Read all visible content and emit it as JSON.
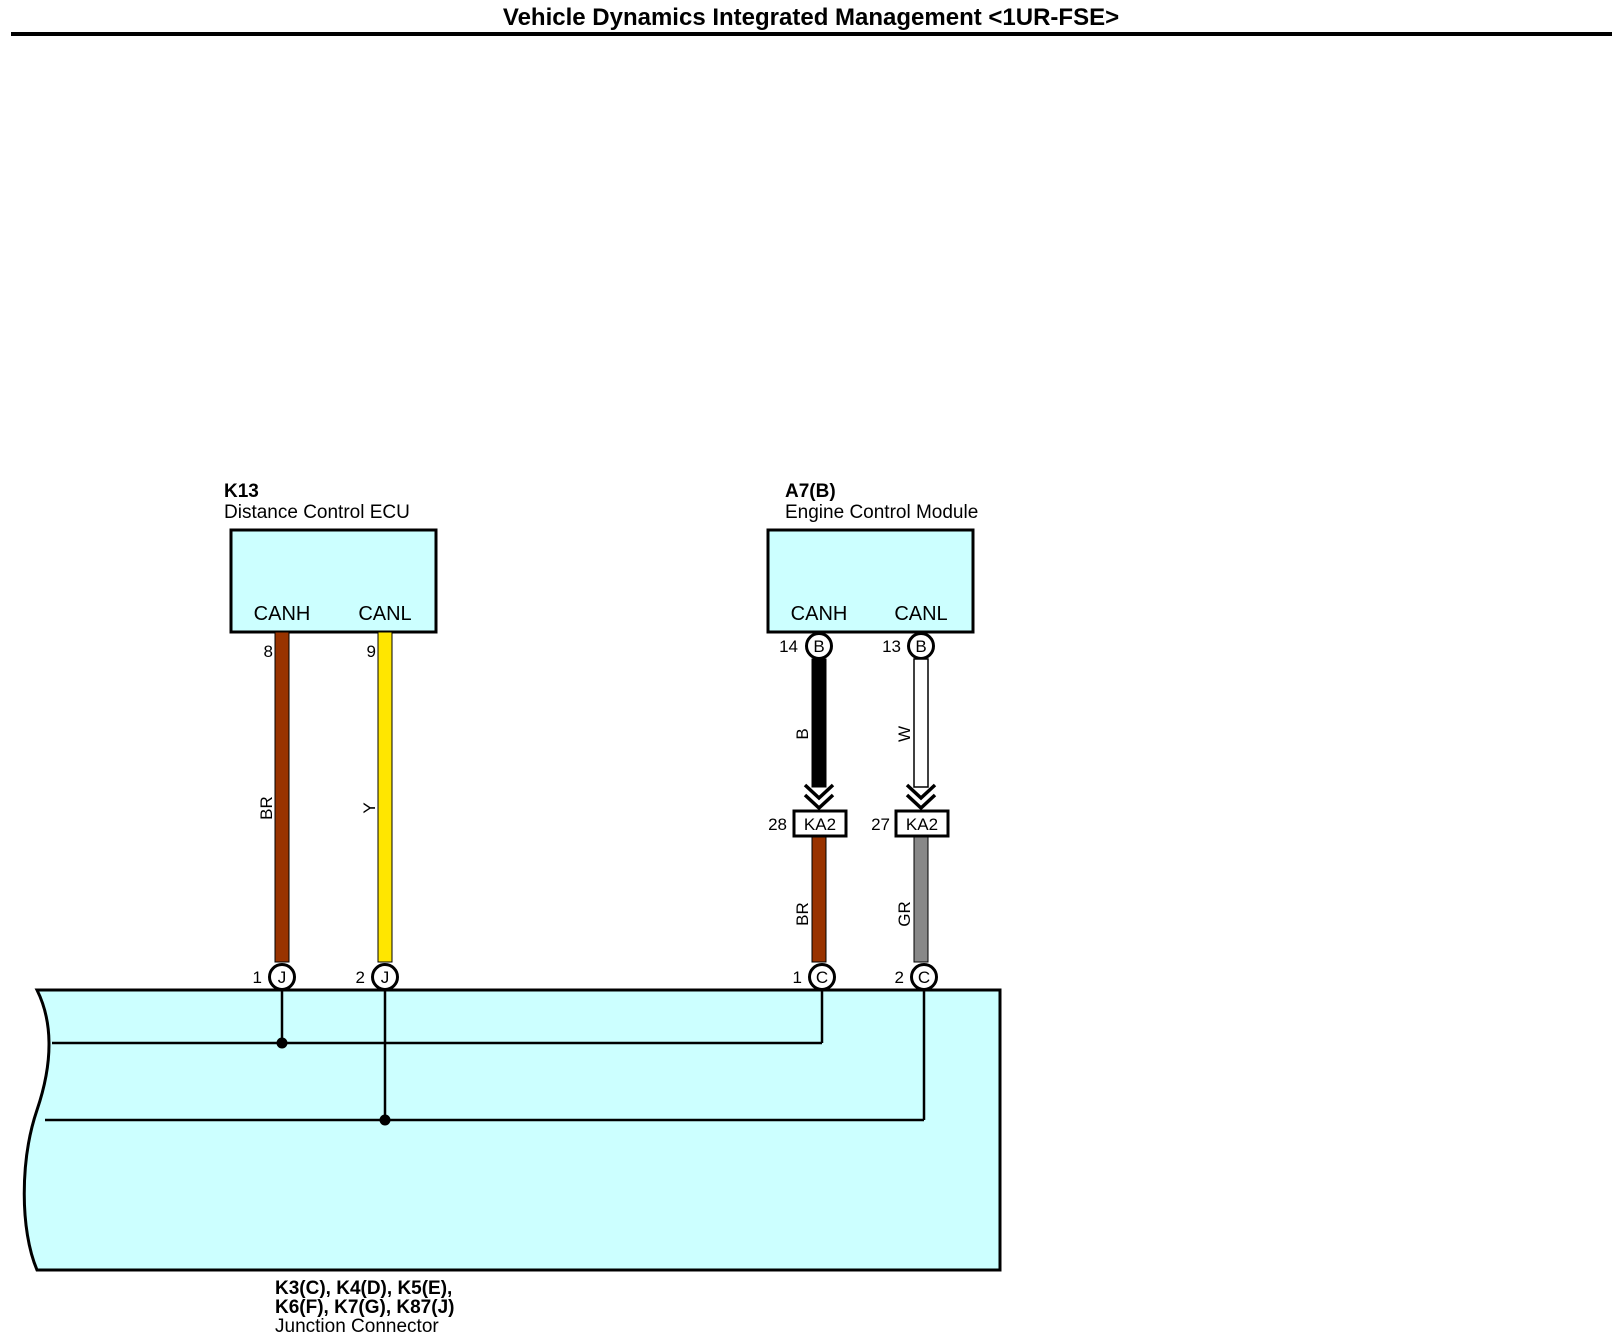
{
  "title": "Vehicle Dynamics Integrated Management <1UR-FSE>",
  "components": {
    "k13": {
      "code": "K13",
      "name": "Distance Control ECU",
      "canh": "CANH",
      "canl": "CANL",
      "pin_canh": "8",
      "pin_canl": "9"
    },
    "a7": {
      "code": "A7(B)",
      "name": "Engine Control Module",
      "canh": "CANH",
      "canl": "CANL",
      "pin_canh": "14",
      "pin_canl": "13",
      "connector_letter": "B"
    },
    "junction": {
      "code_line1": "K3(C), K4(D), K5(E),",
      "code_line2": "K6(F), K7(G), K87(J)",
      "name": "Junction Connector"
    }
  },
  "wires": {
    "k13_canh": {
      "color_code": "BR",
      "color": "#993300"
    },
    "k13_canl": {
      "color_code": "Y",
      "color": "#ffe600"
    },
    "a7_canh_upper": {
      "color_code": "B",
      "color": "#000000"
    },
    "a7_canl_upper": {
      "color_code": "W",
      "color": "#ffffff"
    },
    "a7_canh_lower": {
      "color_code": "BR",
      "color": "#993300"
    },
    "a7_canl_lower": {
      "color_code": "GR",
      "color": "#888888"
    }
  },
  "inline_connectors": {
    "canh": {
      "label": "KA2",
      "pin": "28"
    },
    "canl": {
      "label": "KA2",
      "pin": "27"
    }
  },
  "junction_pins": {
    "j1": {
      "pin": "1",
      "letter": "J"
    },
    "j2": {
      "pin": "2",
      "letter": "J"
    },
    "c1": {
      "pin": "1",
      "letter": "C"
    },
    "c2": {
      "pin": "2",
      "letter": "C"
    }
  },
  "colors": {
    "component_fill": "#ccffff",
    "line": "#000000"
  }
}
